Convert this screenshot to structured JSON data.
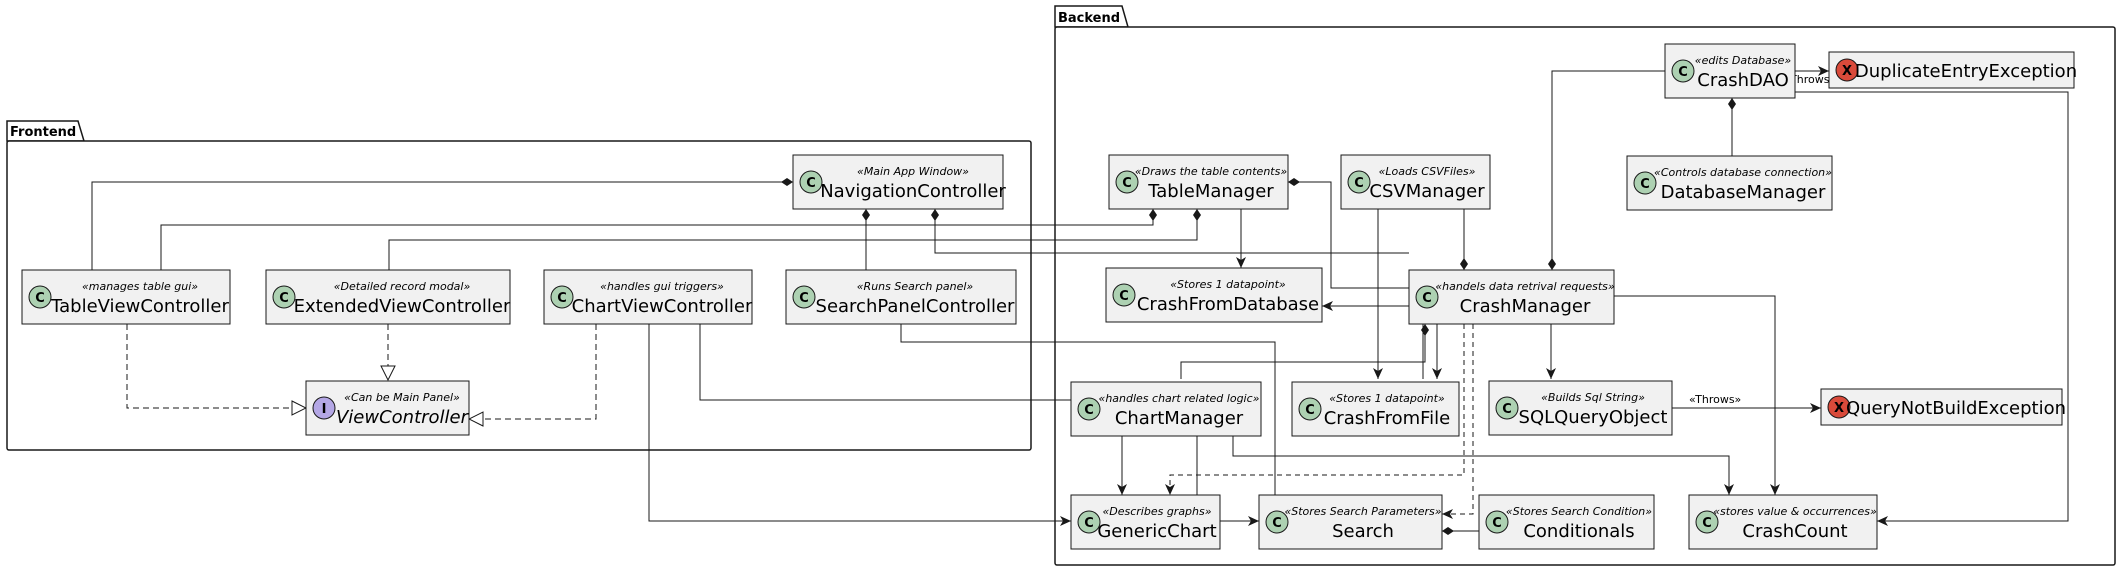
{
  "packages": {
    "frontend": "Frontend",
    "backend": "Backend"
  },
  "classes": {
    "navigation_controller": {
      "stereotype": "«Main App Window»",
      "name": "NavigationController",
      "glyph": "C"
    },
    "table_view_controller": {
      "stereotype": "«manages table gui»",
      "name": "TableViewController",
      "glyph": "C"
    },
    "extended_view_controller": {
      "stereotype": "«Detailed record modal»",
      "name": "ExtendedViewController",
      "glyph": "C"
    },
    "chart_view_controller": {
      "stereotype": "«handles gui triggers»",
      "name": "ChartViewController",
      "glyph": "C"
    },
    "search_panel_controller": {
      "stereotype": "«Runs Search panel»",
      "name": "SearchPanelController",
      "glyph": "C"
    },
    "view_controller": {
      "stereotype": "«Can be Main Panel»",
      "name": "ViewController",
      "glyph": "I"
    },
    "crash_dao": {
      "stereotype": "«edits Database»",
      "name": "CrashDAO",
      "glyph": "C"
    },
    "duplicate_entry_exception": {
      "stereotype": "",
      "name": "DuplicateEntryException",
      "glyph": "X"
    },
    "database_manager": {
      "stereotype": "«Controls database connection»",
      "name": "DatabaseManager",
      "glyph": "C"
    },
    "table_manager": {
      "stereotype": "«Draws the table contents»",
      "name": "TableManager",
      "glyph": "C"
    },
    "csv_manager": {
      "stereotype": "«Loads CSVFiles»",
      "name": "CSVManager",
      "glyph": "C"
    },
    "crash_from_database": {
      "stereotype": "«Stores 1 datapoint»",
      "name": "CrashFromDatabase",
      "glyph": "C"
    },
    "crash_manager": {
      "stereotype": "«handels data retrival requests»",
      "name": "CrashManager",
      "glyph": "C"
    },
    "chart_manager": {
      "stereotype": "«handles chart related logic»",
      "name": "ChartManager",
      "glyph": "C"
    },
    "crash_from_file": {
      "stereotype": "«Stores 1 datapoint»",
      "name": "CrashFromFile",
      "glyph": "C"
    },
    "sql_query_object": {
      "stereotype": "«Builds Sql String»",
      "name": "SQLQueryObject",
      "glyph": "C"
    },
    "query_not_build_exception": {
      "stereotype": "",
      "name": "QueryNotBuildException",
      "glyph": "X"
    },
    "generic_chart": {
      "stereotype": "«Describes graphs»",
      "name": "GenericChart",
      "glyph": "C"
    },
    "search": {
      "stereotype": "«Stores Search Parameters»",
      "name": "Search",
      "glyph": "C"
    },
    "conditionals": {
      "stereotype": "«Stores Search Condition»",
      "name": "Conditionals",
      "glyph": "C"
    },
    "crash_count": {
      "stereotype": "«stores value & occurrences»",
      "name": "CrashCount",
      "glyph": "C"
    }
  },
  "edge_labels": {
    "dao_throws": "Throws",
    "sql_throws": "«Throws»"
  },
  "colors": {
    "class_fill": "#f1f1f1",
    "class_border": "#181818",
    "class_glyph_fill": "#add1b2",
    "interface_glyph_fill": "#b4a7e5",
    "exception_glyph_fill": "#d94a3a",
    "package_fill": "#ffffff",
    "line": "#181818"
  }
}
